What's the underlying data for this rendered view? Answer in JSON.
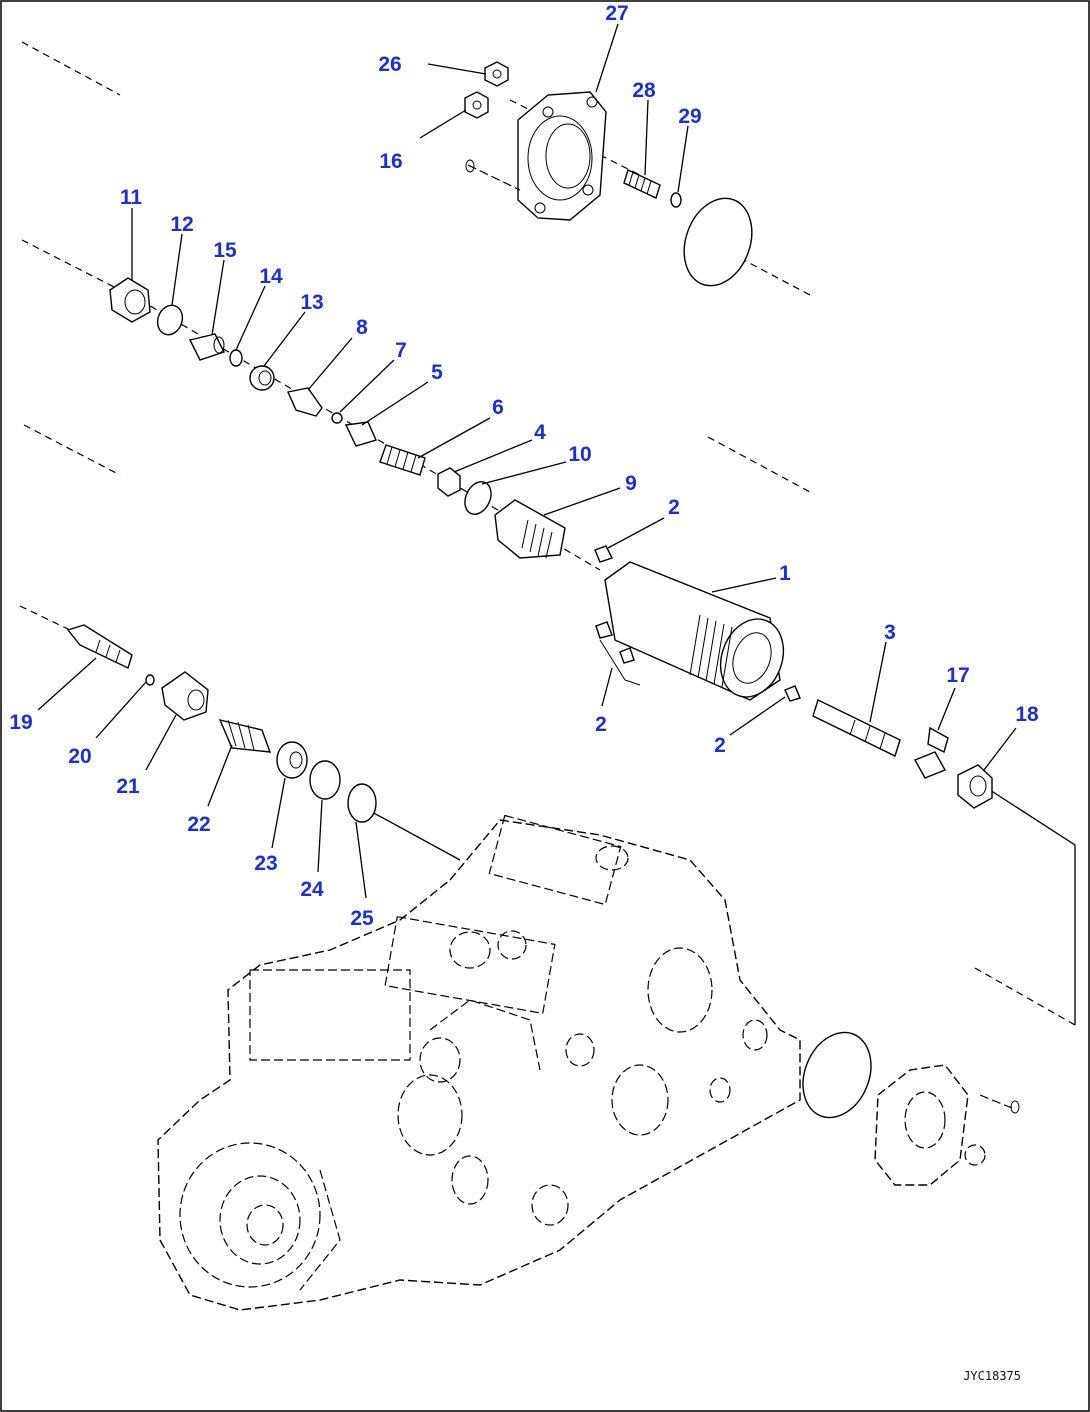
{
  "drawing_code": "JYC18375",
  "callouts": {
    "p1": "1",
    "p2a": "2",
    "p2b": "2",
    "p2c": "2",
    "p3": "3",
    "p4": "4",
    "p5": "5",
    "p6": "6",
    "p7": "7",
    "p8": "8",
    "p9": "9",
    "p10": "10",
    "p11": "11",
    "p12": "12",
    "p13": "13",
    "p14": "14",
    "p15": "15",
    "p16": "16",
    "p17": "17",
    "p18": "18",
    "p19": "19",
    "p20": "20",
    "p21": "21",
    "p22": "22",
    "p23": "23",
    "p24": "24",
    "p25": "25",
    "p26": "26",
    "p27": "27",
    "p28": "28",
    "p29": "29"
  },
  "colors": {
    "callout": "#1b2fd6",
    "line": "#000000",
    "background": "#ffffff"
  }
}
